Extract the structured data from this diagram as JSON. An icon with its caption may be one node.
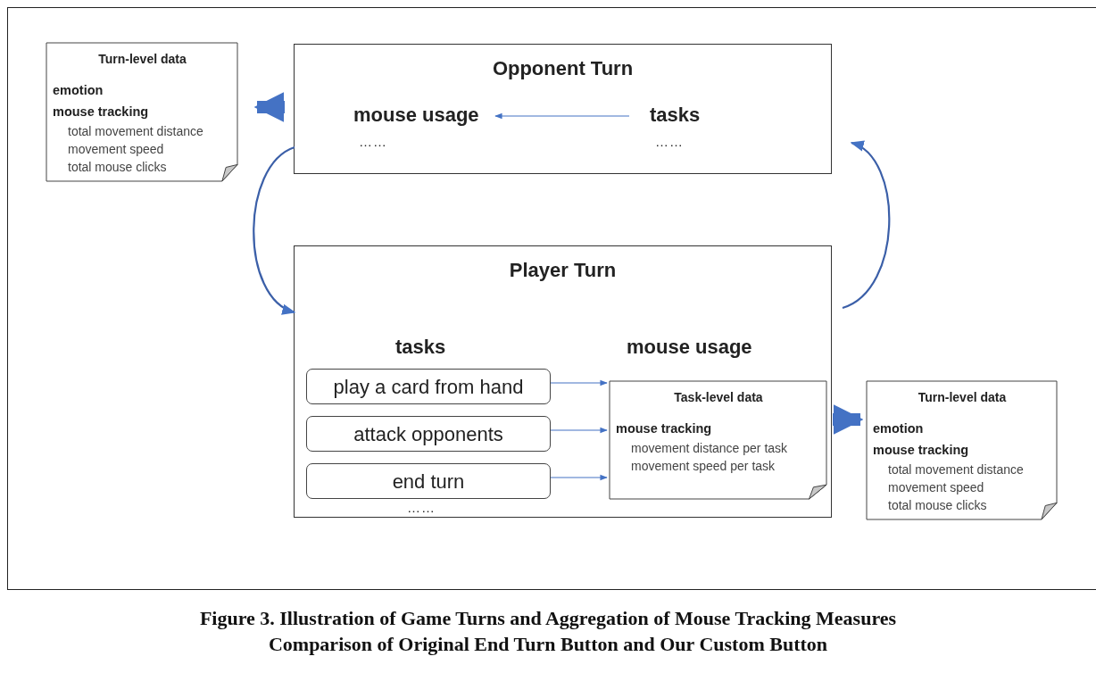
{
  "diagram": {
    "caption": "Figure 3. Illustration of Game Turns and Aggregation of Mouse Tracking Measures Comparison of Original End Turn Button and Our Custom Button",
    "nodes": [
      {
        "text": [
          "Turn-level data",
          "emotion",
          "mouse tracking",
          "total movement distance",
          "movement speed",
          "total mouse clicks"
        ]
      },
      {
        "text": [
          "Opponent Turn"
        ]
      },
      {
        "text": [
          "mouse usage"
        ],
        "in": 1,
        "beside": [
          "……"
        ]
      },
      {
        "text": [
          "tasks"
        ],
        "in": 1,
        "beside": [
          "……"
        ]
      },
      {
        "text": [
          "Player Turn",
          "tasks",
          "mouse usage",
          "……"
        ]
      },
      {
        "text": [
          "play a card from hand"
        ],
        "in": 4
      },
      {
        "text": [
          "attack opponents"
        ],
        "in": 4
      },
      {
        "text": [
          "end turn"
        ],
        "in": 4
      },
      {
        "text": [
          "Task-level data",
          "mouse tracking",
          "movement distance per task",
          "movement speed per task"
        ],
        "in": 4
      },
      {
        "text": [
          "Turn-level data",
          "emotion",
          "mouse tracking",
          "total movement distance",
          "movement speed",
          "total mouse clicks"
        ]
      }
    ],
    "edges": [
      {
        "from": 1,
        "to": 0,
        "arrow": "to",
        "style": "thick"
      },
      {
        "from": 3,
        "to": 2,
        "arrow": "to"
      },
      {
        "from": 1,
        "to": 4,
        "arrow": "to",
        "color": "#3b5fa8"
      },
      {
        "from": 4,
        "to": 1,
        "arrow": "to",
        "color": "#3b5fa8"
      },
      {
        "from": 5,
        "to": 8,
        "arrow": "to"
      },
      {
        "from": 6,
        "to": 8,
        "arrow": "to"
      },
      {
        "from": 7,
        "to": 8,
        "arrow": "to"
      },
      {
        "from": 4,
        "to": 9,
        "arrow": "to",
        "style": "thick"
      }
    ]
  }
}
